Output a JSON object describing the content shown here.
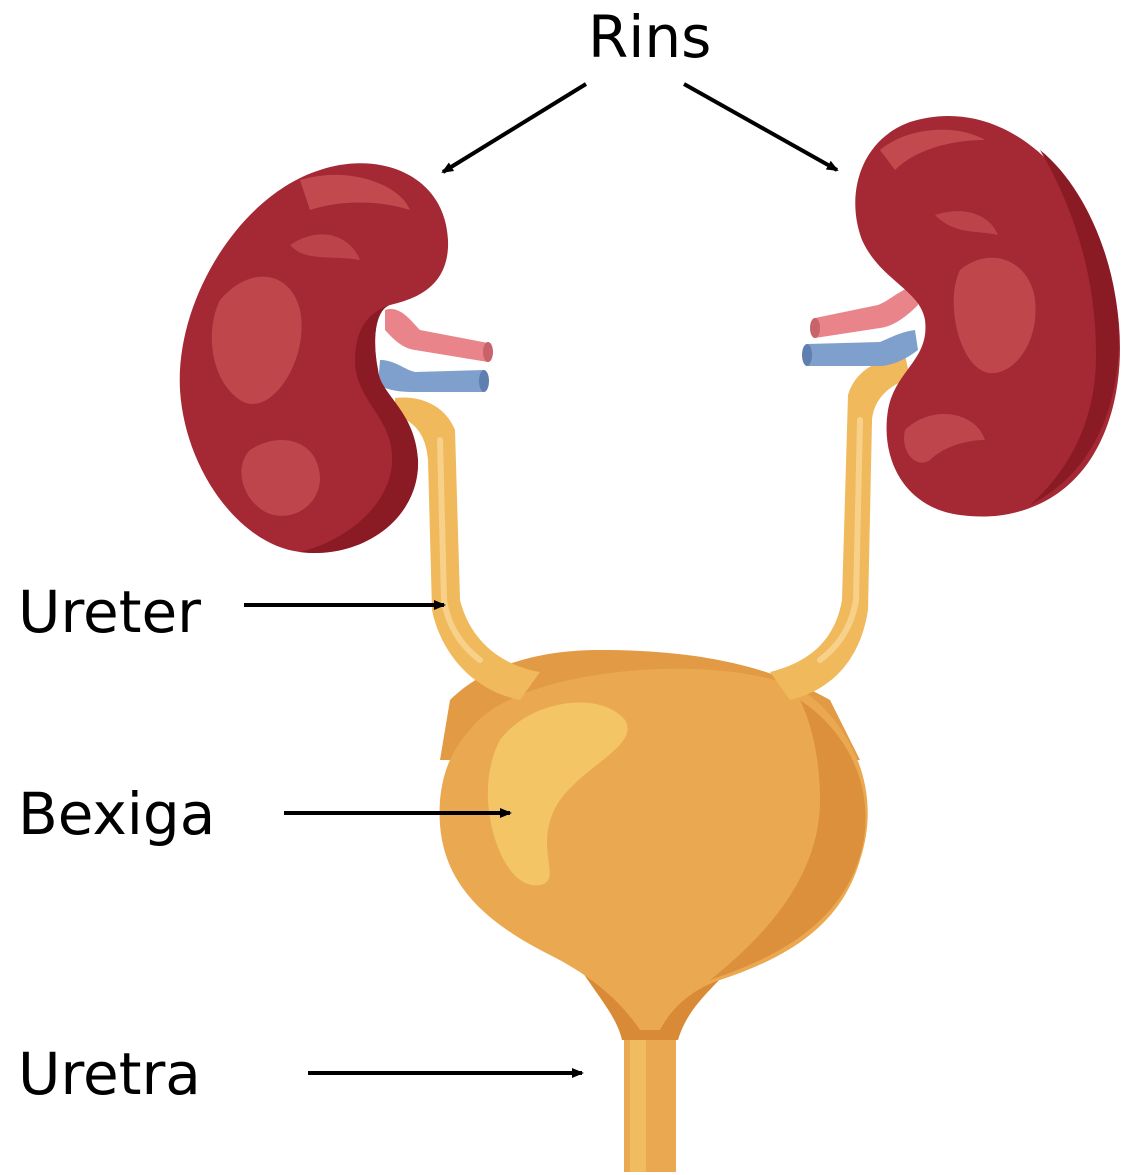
{
  "labels": {
    "rins": "Rins",
    "ureter": "Ureter",
    "bexiga": "Bexiga",
    "uretra": "Uretra"
  },
  "colors": {
    "kidney": "#a52835",
    "kidney_dark": "#8a1b24",
    "kidney_highlight": "#c24a4f",
    "artery": "#e8848a",
    "vein": "#7f9fcc",
    "ureter": "#f0b95c",
    "bladder": "#eaa951",
    "bladder_light": "#f4c565",
    "bladder_dark": "#d98a36",
    "text": "#000000"
  }
}
